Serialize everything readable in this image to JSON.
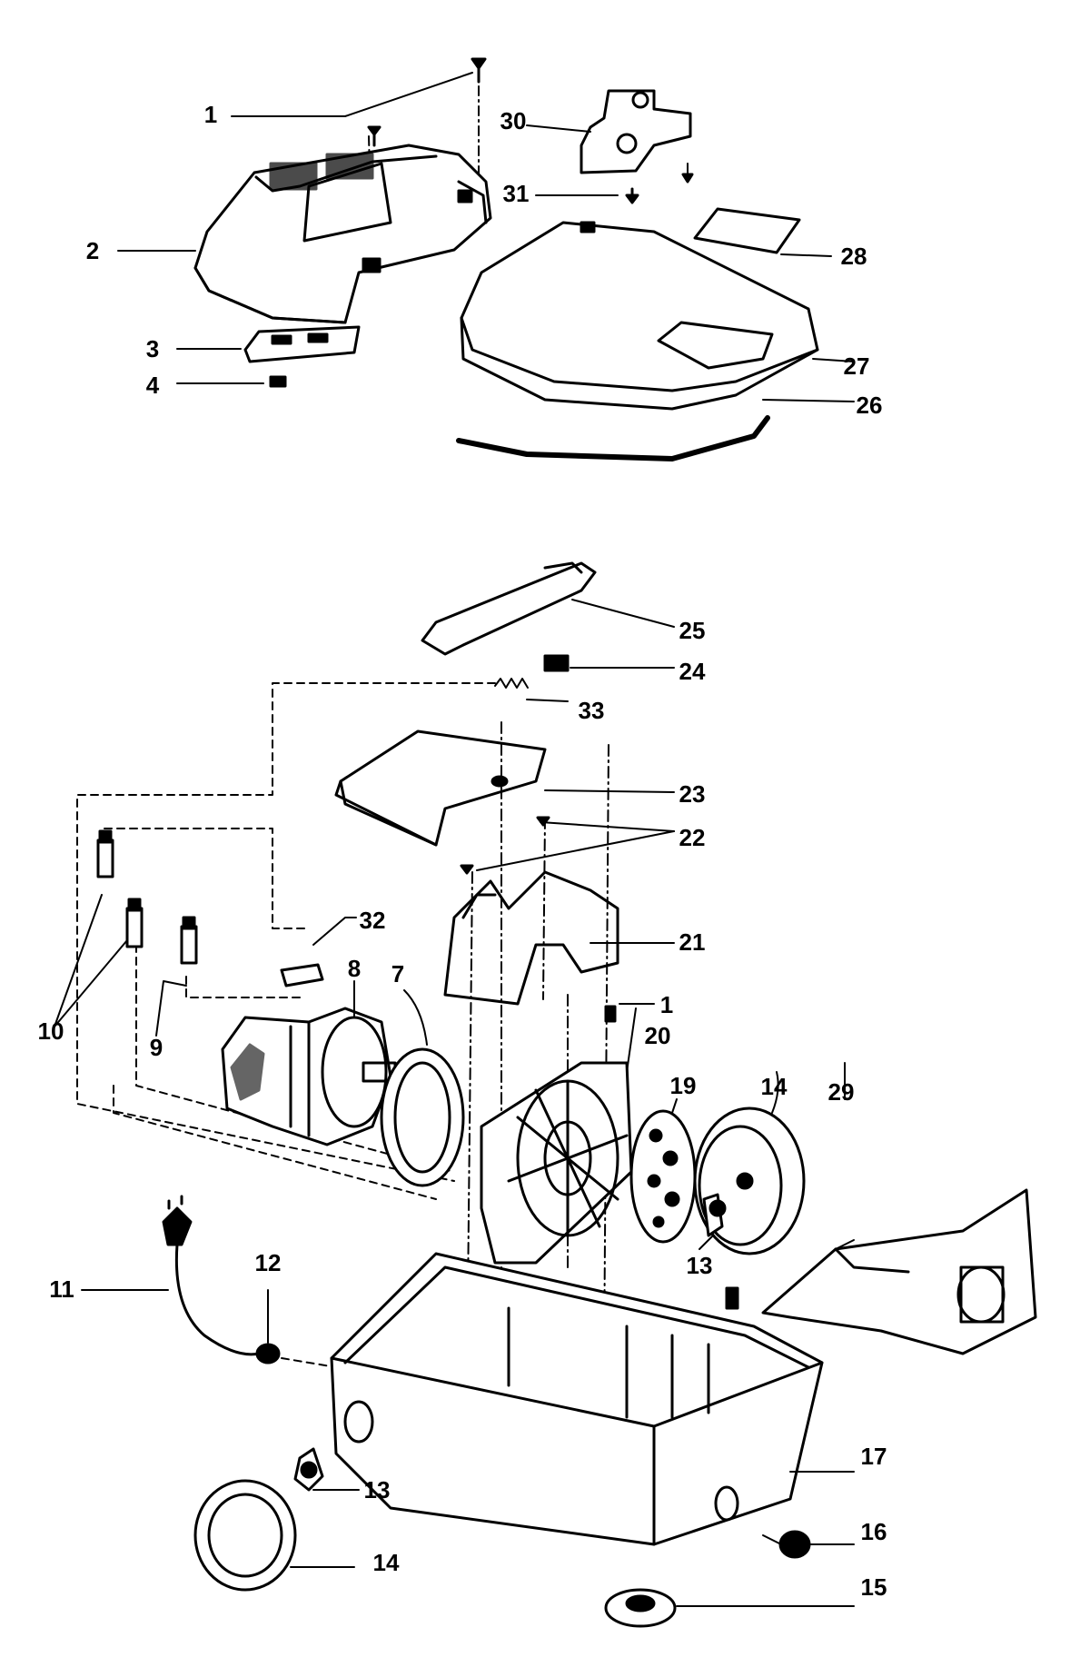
{
  "labels": {
    "p1a": "1",
    "p2": "2",
    "p3": "3",
    "p4": "4",
    "p30": "30",
    "p31": "31",
    "p28": "28",
    "p27": "27",
    "p26": "26",
    "p25": "25",
    "p24": "24",
    "p33": "33",
    "p23": "23",
    "p22": "22",
    "p21": "21",
    "p32": "32",
    "p10": "10",
    "p9": "9",
    "p8": "8",
    "p7": "7",
    "p1b": "1",
    "p20": "20",
    "p19": "19",
    "p14a": "14",
    "p29": "29",
    "p13a": "13",
    "p11": "11",
    "p12": "12",
    "p17": "17",
    "p13b": "13",
    "p14b": "14",
    "p16": "16",
    "p15": "15"
  }
}
